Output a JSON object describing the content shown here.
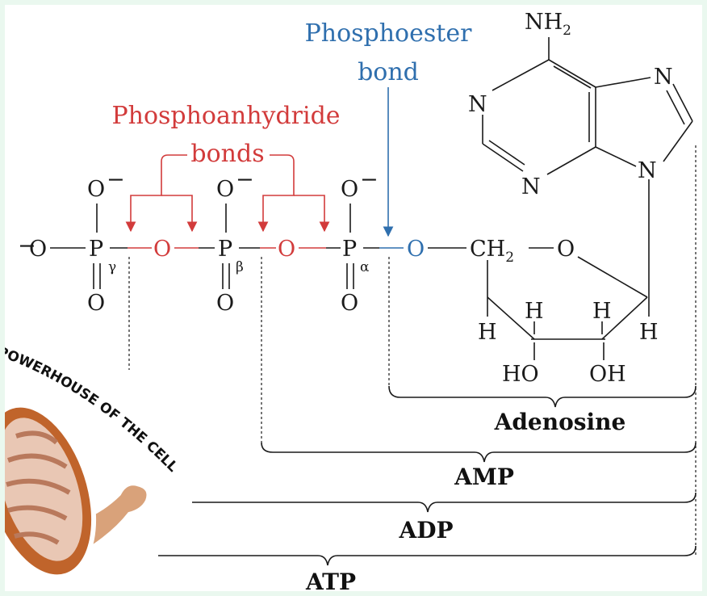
{
  "labels": {
    "phosphoanhydride_line1": "Phosphoanhydride",
    "phosphoanhydride_line2": "bonds",
    "phosphoester_line1": "Phosphoester",
    "phosphoester_line2": "bond"
  },
  "atoms": {
    "o_minus": "O",
    "minus_sign": "−",
    "o": "O",
    "p": "P",
    "n": "N",
    "h": "H",
    "nh2": "NH",
    "nh2_sub": "2",
    "ch2": "CH",
    "ch2_sub": "2",
    "ho": "HO",
    "oh": "OH",
    "gamma": "γ",
    "beta": "β",
    "alpha": "α"
  },
  "brackets": {
    "adenosine": "Adenosine",
    "amp": "AMP",
    "adp": "ADP",
    "atp": "ATP"
  },
  "sticker": {
    "caption": "POWERHOUSE OF THE CELL"
  },
  "colors": {
    "anhydride": "#d23b3b",
    "ester": "#2f6fae",
    "ink": "#1a1a1a"
  }
}
